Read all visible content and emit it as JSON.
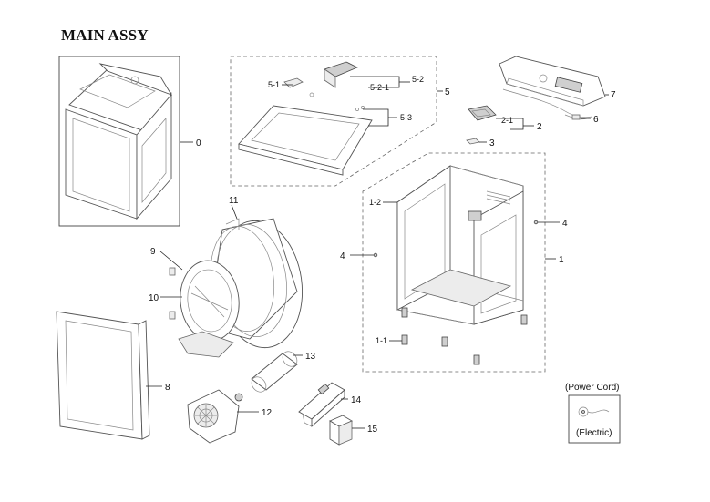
{
  "page_title": "MAIN ASSY",
  "callouts": {
    "c0": "0",
    "c1": "1",
    "c1_1": "1-1",
    "c1_2": "1-2",
    "c2": "2",
    "c2_1": "2-1",
    "c3": "3",
    "c4a": "4",
    "c4b": "4",
    "c5": "5",
    "c5_1": "5-1",
    "c5_2": "5-2",
    "c5_2_1": "5-2-1",
    "c5_3": "5-3",
    "c6": "6",
    "c7": "7",
    "c8": "8",
    "c9": "9",
    "c10": "10",
    "c11": "11",
    "c12": "12",
    "c13": "13",
    "c14": "14",
    "c15": "15"
  },
  "power_cord": {
    "title": "(Power Cord)",
    "label": "(Electric)"
  }
}
